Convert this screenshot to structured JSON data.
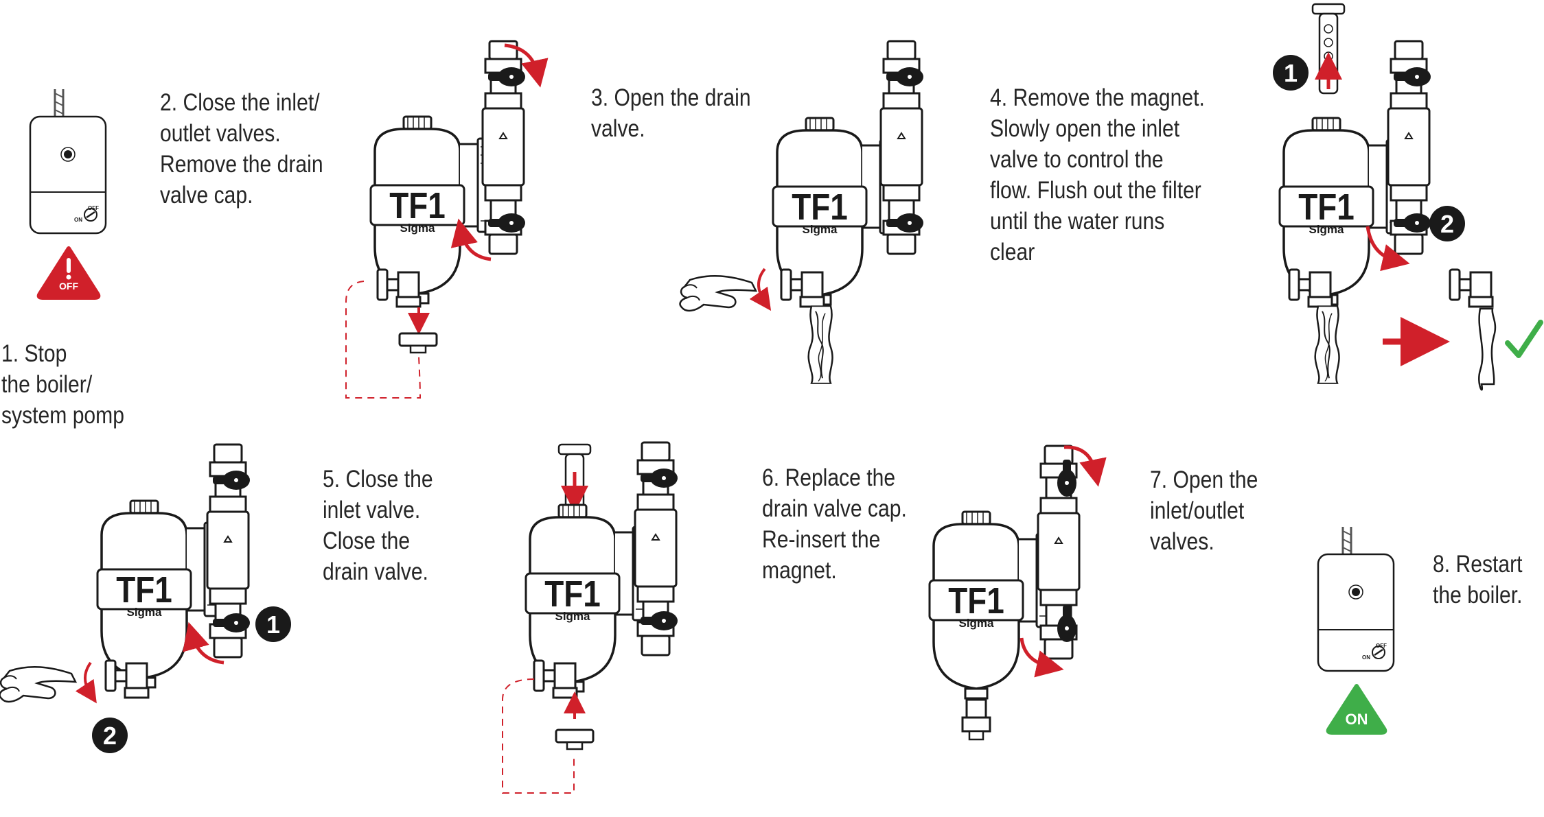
{
  "steps": [
    {
      "text": "1. Stop\nthe boiler/\nsystem pomp"
    },
    {
      "text": "2. Close the inlet/\noutlet valves.\nRemove the drain\nvalve cap."
    },
    {
      "text": "3. Open the drain\nvalve."
    },
    {
      "text": "4. Remove the magnet.\nSlowly open the inlet\nvalve to control the\nflow. Flush out the filter\nuntil the water runs\nclear"
    },
    {
      "text": "5. Close the\ninlet valve.\nClose the\ndrain valve."
    },
    {
      "text": "6. Replace the\ndrain valve cap.\nRe-insert the\nmagnet."
    },
    {
      "text": "7. Open the\ninlet/outlet\nvalves."
    },
    {
      "text": "8. Restart\nthe boiler."
    }
  ],
  "product": {
    "name": "TF1",
    "model": "Sigma"
  },
  "boiler": {
    "off_label": "OFF",
    "on_label": "ON",
    "warning_off": "OFF",
    "warning_on": "ON"
  },
  "badges": {
    "one": "1",
    "two": "2"
  },
  "colors": {
    "red": "#d0202a",
    "green": "#3fae49",
    "dark": "#1a1a1a"
  }
}
